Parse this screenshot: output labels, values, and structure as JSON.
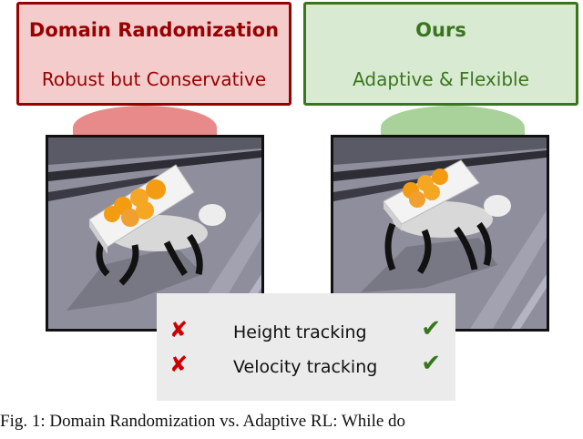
{
  "panels": {
    "left": {
      "title": "Domain Randomization",
      "subtitle": "Robust but Conservative"
    },
    "right": {
      "title": "Ours",
      "subtitle": "Adaptive & Flexible"
    }
  },
  "tracking": {
    "rows": [
      {
        "label": "Height tracking",
        "left_icon": "cross-icon",
        "right_icon": "check-icon"
      },
      {
        "label": "Velocity tracking",
        "left_icon": "cross-icon",
        "right_icon": "check-icon"
      }
    ],
    "cross_glyph": "✘",
    "check_glyph": "✔"
  },
  "caption": "Fig. 1: Domain Randomization vs. Adaptive RL: While do",
  "colors": {
    "left_accent": "#990000",
    "left_fill": "#f4cccc",
    "right_accent": "#38761d",
    "right_fill": "#d9ead3",
    "orange": "#f39c12"
  }
}
